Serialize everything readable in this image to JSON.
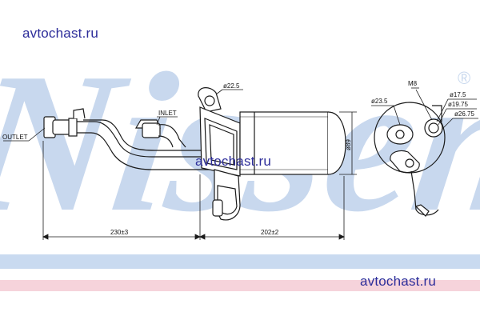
{
  "watermarks": {
    "brand": "Nissens",
    "registered": "®",
    "site_top": "avtochast.ru",
    "site_mid": "avtochast.ru",
    "site_bottom": "avtochast.ru"
  },
  "labels": {
    "outlet": "OUTLET",
    "inlet": "INLET",
    "d_22_5": "ø22.5",
    "d_89": "ø89",
    "d_23_5": "ø23.5",
    "m8": "M8",
    "d_17_5": "ø17.5",
    "d_19_75": "ø19.75",
    "d_26_75": "ø26.75",
    "dim_230": "230±3",
    "dim_202": "202±2"
  },
  "colors": {
    "watermark_blue": "#c8d8ee",
    "band_blue": "#c9daf0",
    "band_pink": "#f6d3db",
    "line": "#1a1a1a"
  }
}
